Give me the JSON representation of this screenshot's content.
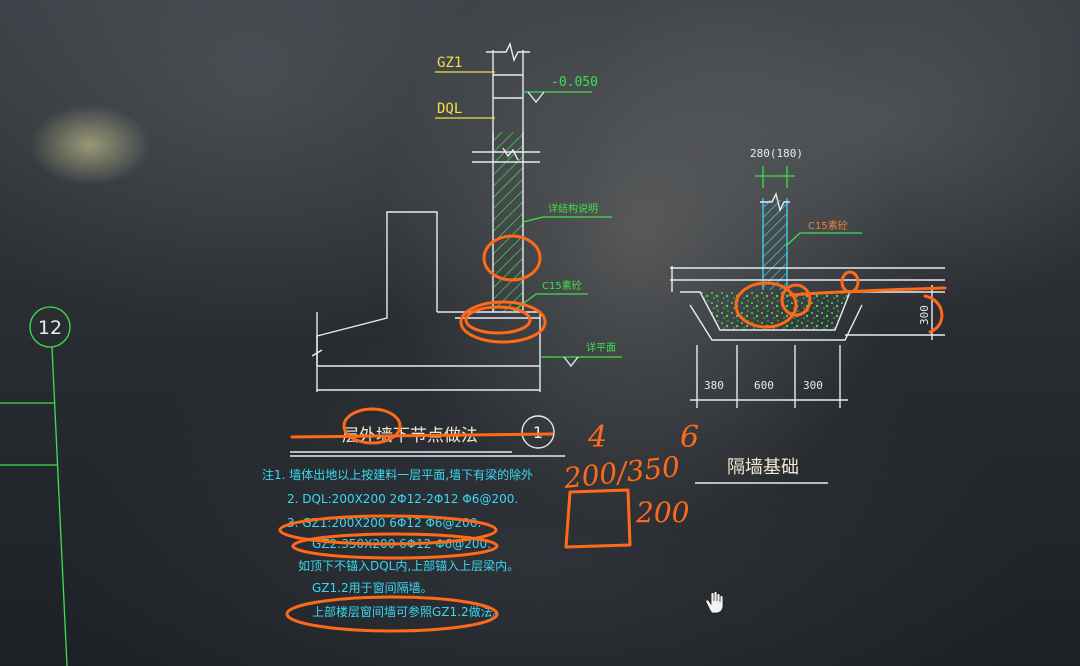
{
  "colors": {
    "cad_white": "#e8ecf2",
    "cad_green": "#3fe04a",
    "cad_yellow": "#f0e040",
    "cad_cyan": "#39d8f0",
    "annotation_orange": "#ff6a1a"
  },
  "axis": {
    "label": "12"
  },
  "left_detail": {
    "gz1_label": "GZ1",
    "dql_label": "DQL",
    "elevation": "-0.050",
    "wall_note": "详结构说明",
    "concrete_note": "C15素砼",
    "ground_note": "详平面"
  },
  "right_detail": {
    "width_dim": "280(180)",
    "concrete_note": "C15素砼",
    "height_dim": "300",
    "dim_left": "380",
    "dim_mid": "600",
    "dim_right": "300"
  },
  "titles": {
    "exterior_wall_title": "层外墙下节点做法",
    "detail_number": "1",
    "partition_title": "隔墙基础"
  },
  "notes": [
    "注1. 墙体出地以上按建料一层平面,墙下有梁的除外",
    "2. DQL:200X200 2Φ12-2Φ12 Φ6@200.",
    "3. GZ1:200X200 6Φ12 Φ6@200.",
    "GZ2:350X200 6Φ12 Φ6@200.",
    "如顶下不锚入DQL内,上部锚入上层梁内。",
    "GZ1.2用于窗间隔墙。",
    "上部楼层窗间墙可参照GZ1.2做法。"
  ],
  "handwriting": {
    "num_4": "4",
    "num_6": "6",
    "size_a": "200/350",
    "size_b": "200"
  }
}
